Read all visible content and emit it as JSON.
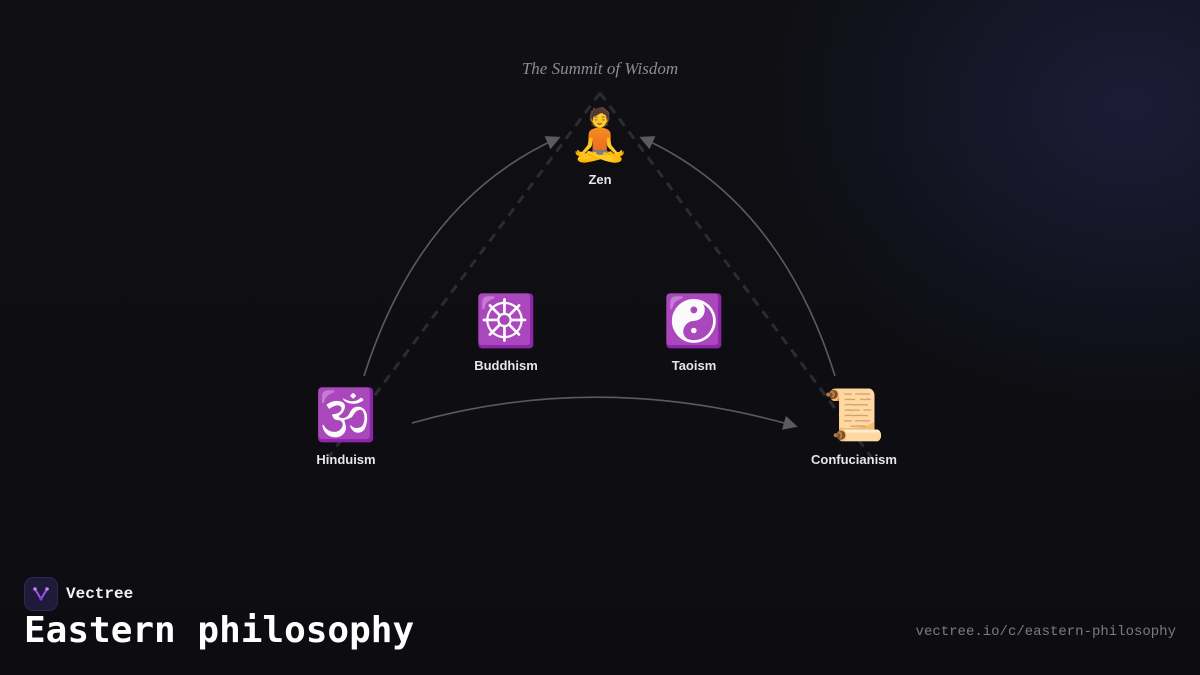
{
  "summit_label": "The Summit of Wisdom",
  "nodes": {
    "zen": {
      "label": "Zen",
      "icon": "🧘",
      "icon_name": "meditation-icon"
    },
    "buddhism": {
      "label": "Buddhism",
      "icon": "☸️",
      "icon_name": "dharma-wheel-icon"
    },
    "taoism": {
      "label": "Taoism",
      "icon": "☯️",
      "icon_name": "yin-yang-icon"
    },
    "hinduism": {
      "label": "Hinduism",
      "icon": "🕉️",
      "icon_name": "om-icon"
    },
    "confucianism": {
      "label": "Confucianism",
      "icon": "📜",
      "icon_name": "scroll-icon"
    }
  },
  "brand": {
    "name": "Vectree"
  },
  "title": "Eastern philosophy",
  "url": "vectree.io/c/eastern-philosophy",
  "colors": {
    "background": "#0e0e12",
    "edge": "#5a5a60",
    "dashed_edge": "#2c2c30",
    "brand_accent": "#a855f7"
  }
}
